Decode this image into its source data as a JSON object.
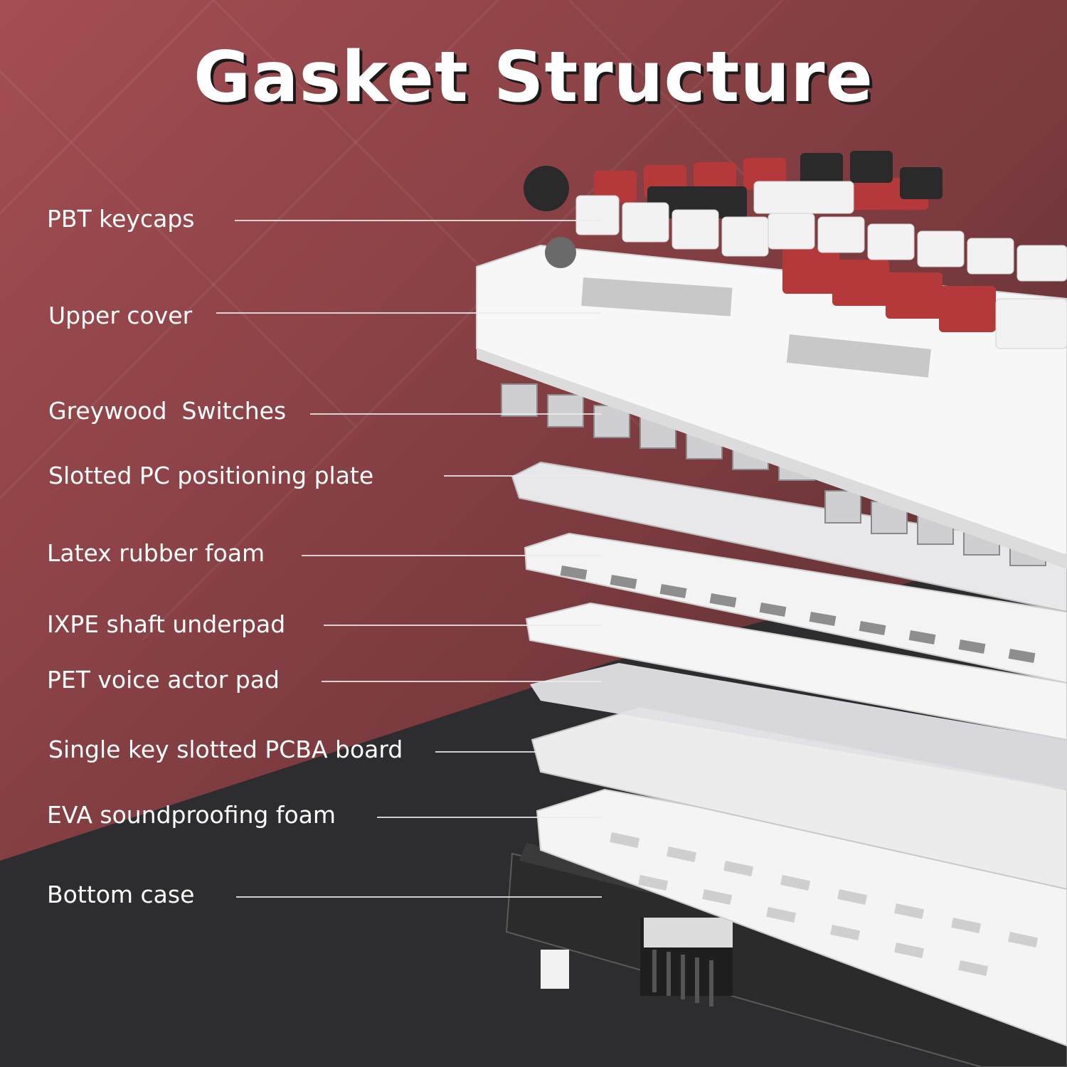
{
  "title": "Gasket Structure",
  "colors": {
    "background_red": "#9a4a4e",
    "background_dark": "#2d2d2f",
    "text": "#ffffff",
    "keycap_red": "#b5383a",
    "keycap_white": "#f2f2f2",
    "keycap_black": "#2a2a2a"
  },
  "labels": [
    {
      "id": "pbt-keycaps",
      "text": "PBT keycaps"
    },
    {
      "id": "upper-cover",
      "text": "Upper cover"
    },
    {
      "id": "greywood-switches",
      "text": "Greywood  Switches"
    },
    {
      "id": "slotted-pc-plate",
      "text": "Slotted PC positioning plate"
    },
    {
      "id": "latex-rubber-foam",
      "text": "Latex rubber foam"
    },
    {
      "id": "ixpe-underpad",
      "text": "IXPE shaft underpad"
    },
    {
      "id": "pet-voice-pad",
      "text": "PET voice actor pad"
    },
    {
      "id": "pcba-board",
      "text": "Single key slotted PCBA board"
    },
    {
      "id": "eva-foam",
      "text": "EVA soundproofing foam"
    },
    {
      "id": "bottom-case",
      "text": "Bottom case"
    }
  ]
}
